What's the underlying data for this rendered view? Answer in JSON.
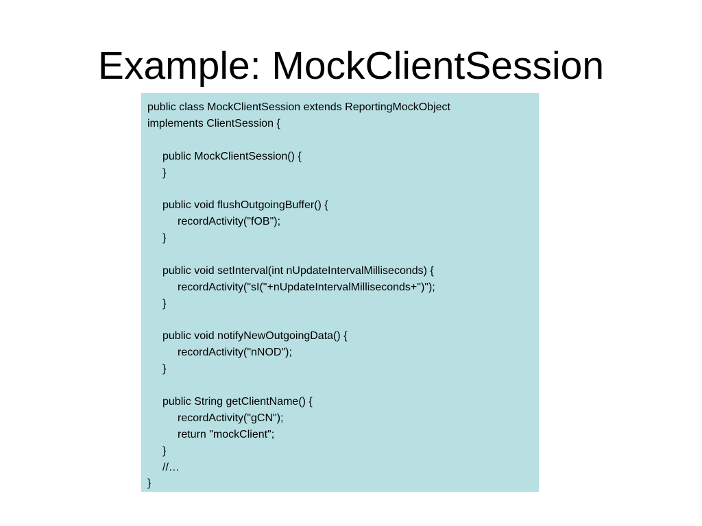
{
  "slide": {
    "title": "Example: MockClientSession",
    "code_lines": [
      {
        "indent": 0,
        "text": "public class MockClientSession extends ReportingMockObject"
      },
      {
        "indent": 0,
        "text": "implements ClientSession {"
      },
      {
        "indent": 0,
        "text": ""
      },
      {
        "indent": 1,
        "text": "public MockClientSession() {"
      },
      {
        "indent": 1,
        "text": "}"
      },
      {
        "indent": 0,
        "text": ""
      },
      {
        "indent": 1,
        "text": "public void flushOutgoingBuffer() {"
      },
      {
        "indent": 2,
        "text": "recordActivity(\"fOB\");"
      },
      {
        "indent": 1,
        "text": "}"
      },
      {
        "indent": 0,
        "text": ""
      },
      {
        "indent": 1,
        "text": "public void setInterval(int nUpdateIntervalMilliseconds) {"
      },
      {
        "indent": 2,
        "text": "recordActivity(\"sI(\"+nUpdateIntervalMilliseconds+\")\");"
      },
      {
        "indent": 1,
        "text": "}"
      },
      {
        "indent": 0,
        "text": ""
      },
      {
        "indent": 1,
        "text": "public void notifyNewOutgoingData() {"
      },
      {
        "indent": 2,
        "text": "recordActivity(\"nNOD\");"
      },
      {
        "indent": 1,
        "text": "}"
      },
      {
        "indent": 0,
        "text": ""
      },
      {
        "indent": 1,
        "text": "public String getClientName() {"
      },
      {
        "indent": 2,
        "text": "recordActivity(\"gCN\");"
      },
      {
        "indent": 2,
        "text": "return \"mockClient\";"
      },
      {
        "indent": 1,
        "text": "}"
      },
      {
        "indent": 1,
        "text": "//…"
      },
      {
        "indent": 0,
        "text": "}"
      }
    ]
  },
  "colors": {
    "code_background": "#b8dfe2",
    "text": "#000000",
    "slide_background": "#ffffff"
  }
}
